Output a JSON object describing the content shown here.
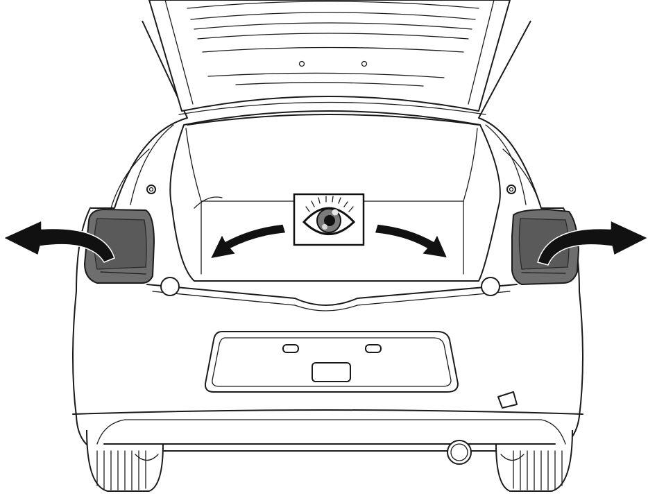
{
  "figure": {
    "subject": "car-rear-open-tailgate",
    "colors": {
      "line": "#1a1a1a",
      "lamp": "#6e6e6e",
      "arrow": "#111111",
      "background": "#ffffff"
    },
    "icons": [
      "eye-icon",
      "arrow-left-outward",
      "arrow-left-inward",
      "arrow-right-inward",
      "arrow-right-outward"
    ]
  }
}
